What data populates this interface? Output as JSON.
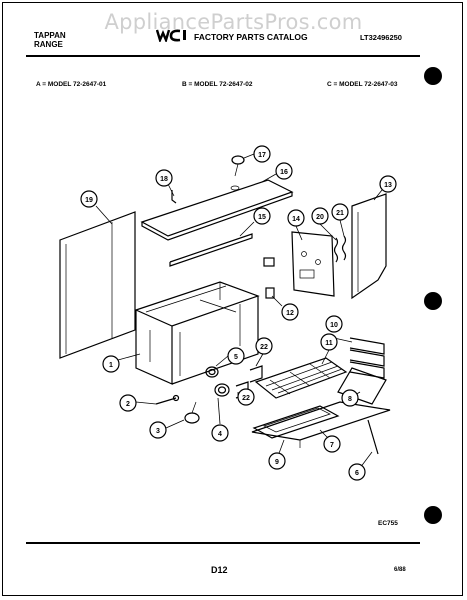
{
  "watermark": "AppliancePartsPros.com",
  "header": {
    "brand_line1": "TAPPAN",
    "brand_line2": "RANGE",
    "catalog_title": "FACTORY PARTS CATALOG",
    "document_number": "LT32496250"
  },
  "models": [
    {
      "label": "A = MODEL 72-2647-01"
    },
    {
      "label": "B = MODEL 72-2647-02"
    },
    {
      "label": "C = MODEL 72-2647-03"
    }
  ],
  "callouts": [
    "1",
    "2",
    "3",
    "4",
    "5",
    "6",
    "7",
    "8",
    "9",
    "10",
    "11",
    "12",
    "13",
    "14",
    "15",
    "16",
    "17",
    "18",
    "19",
    "20",
    "21",
    "22",
    "22"
  ],
  "footer": {
    "ec_number": "EC755",
    "page_number": "D12",
    "date_code": "6/88"
  }
}
